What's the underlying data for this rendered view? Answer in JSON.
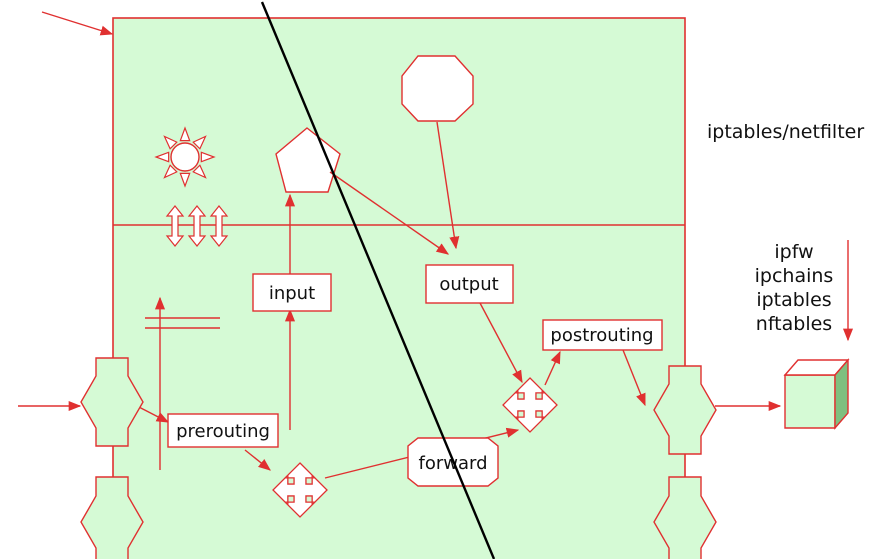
{
  "labels": {
    "title": "iptables/netfilter",
    "input": "input",
    "output": "output",
    "postrouting": "postrouting",
    "prerouting": "prerouting",
    "forward": "forward"
  },
  "tool_history": [
    "ipfw",
    "ipchains",
    "iptables",
    "nftables"
  ],
  "colors": {
    "panel_fill": "#d5fad5",
    "stroke": "#e03030",
    "diagonal": "#000000",
    "cube_front": "#d5fad5",
    "cube_side": "#7fbf7f"
  }
}
